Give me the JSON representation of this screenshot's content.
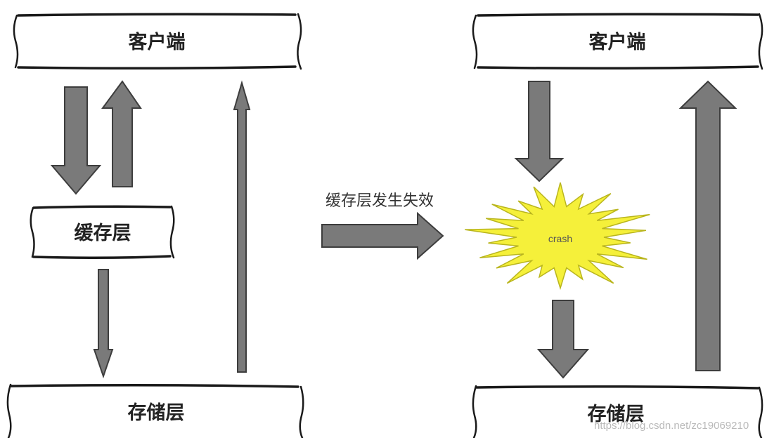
{
  "left_panel": {
    "client_label": "客户端",
    "cache_label": "缓存层",
    "storage_label": "存储层"
  },
  "transition": {
    "caption": "缓存层发生失效"
  },
  "right_panel": {
    "client_label": "客户端",
    "crash_label": "crash",
    "storage_label": "存储层"
  },
  "colors": {
    "arrow_fill": "#7a7a7a",
    "arrow_stroke": "#3d3d3d",
    "crash_fill": "#f5f03a",
    "crash_stroke": "#b9b51e"
  },
  "watermark": "https://blog.csdn.net/zc19069210"
}
